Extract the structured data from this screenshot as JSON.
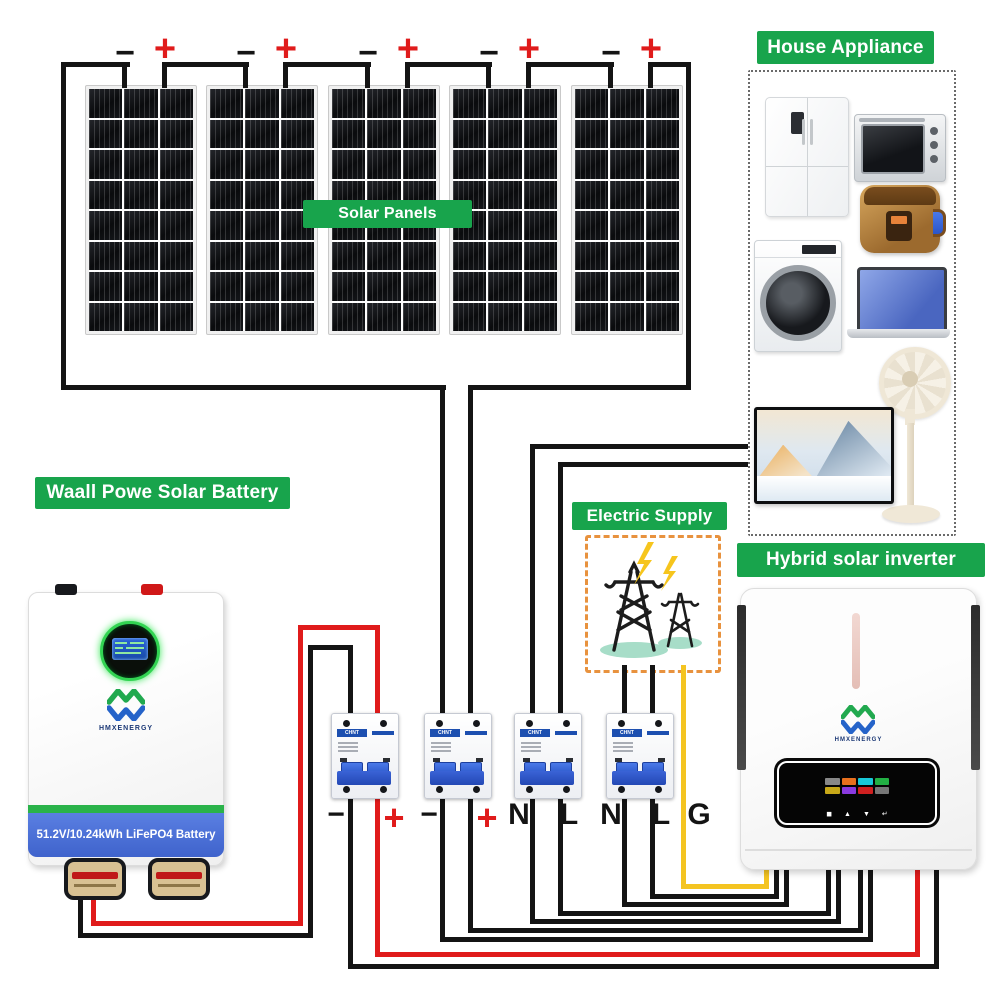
{
  "badges": {
    "solar_panels": "Solar Panels",
    "house_appliance": "House Appliance",
    "battery": "Waall Powe Solar Battery",
    "electric_supply": "Electric Supply",
    "inverter": "Hybrid solar inverter"
  },
  "solar": {
    "panel_count": 5,
    "pairs": [
      {
        "minus": "−",
        "plus": "+"
      },
      {
        "minus": "−",
        "plus": "+"
      },
      {
        "minus": "−",
        "plus": "+"
      },
      {
        "minus": "−",
        "plus": "+"
      },
      {
        "minus": "−",
        "plus": "+"
      }
    ]
  },
  "breakers": {
    "brand": "CHNT",
    "count": 4,
    "terminal_labels": [
      {
        "text": "−",
        "red": false
      },
      {
        "text": "+",
        "red": true
      },
      {
        "text": "−",
        "red": false
      },
      {
        "text": "+",
        "red": true
      },
      {
        "text": "N",
        "red": false
      },
      {
        "text": "L",
        "red": false
      },
      {
        "text": "N",
        "red": false
      },
      {
        "text": "L",
        "red": false
      },
      {
        "text": "G",
        "red": false
      }
    ]
  },
  "battery": {
    "brand": "HMXENERGY",
    "spec_label": "51.2V/10.24kWh LiFePO4 Battery"
  },
  "inverter": {
    "brand": "HMXENERGY",
    "display_icons": [
      "◼",
      "▲",
      "▼",
      "↵"
    ]
  },
  "electric_supply": {
    "icons": [
      "transmission-tower-icon",
      "transmission-tower-icon",
      "lightning-bolt-icon"
    ]
  },
  "appliances": {
    "icons": [
      "refrigerator-icon",
      "oven-icon",
      "rice-cooker-icon",
      "washing-machine-icon",
      "laptop-icon",
      "fan-icon",
      "tv-icon"
    ]
  },
  "colors": {
    "badge_green": "#18a44c",
    "wire_black": "#141414",
    "wire_red": "#e01b1b",
    "wire_yellow": "#f4c421",
    "dashed_orange": "#e8923e",
    "breaker_blue": "#2450b8",
    "battery_band_blue": "#4a6fd8",
    "sign_red": "#e01b1b"
  }
}
